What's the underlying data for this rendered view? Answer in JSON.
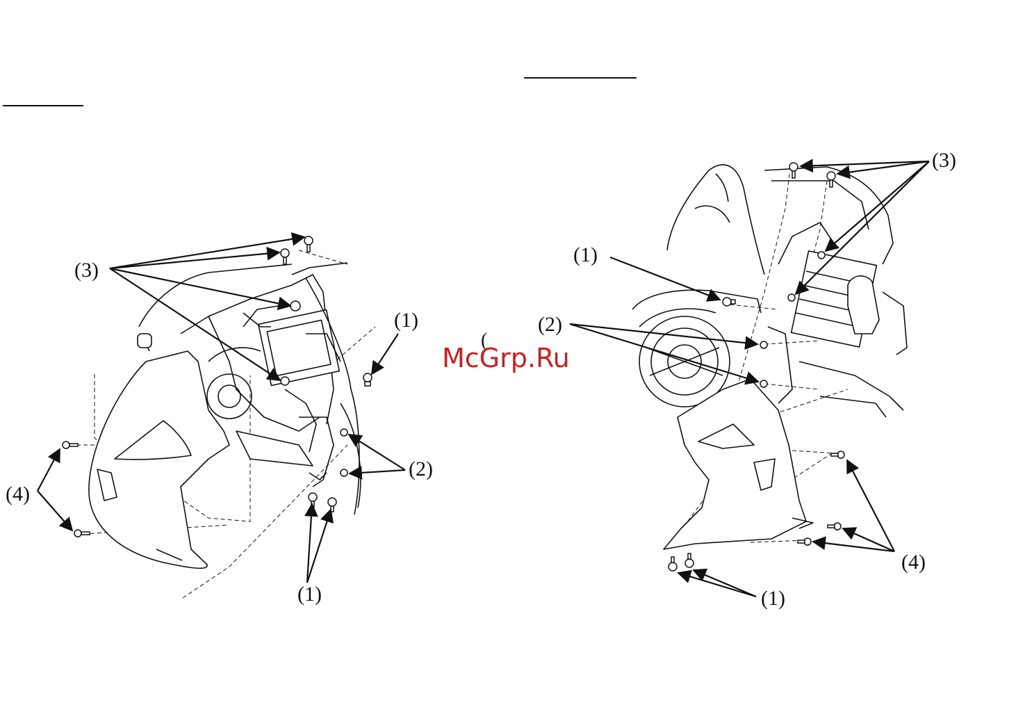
{
  "callouts": {
    "left_3": "(3)",
    "left_1_top": "(1)",
    "left_2": "(2)",
    "left_4": "(4)",
    "left_1_bottom": "(1)",
    "right_3": "(3)",
    "right_1_top": "(1)",
    "right_2": "(2)",
    "right_4": "(4)",
    "right_1_bottom": "(1)"
  },
  "watermark": {
    "text": "McGrp.Ru",
    "fragment": "(",
    "color": "#cc1f1f"
  }
}
